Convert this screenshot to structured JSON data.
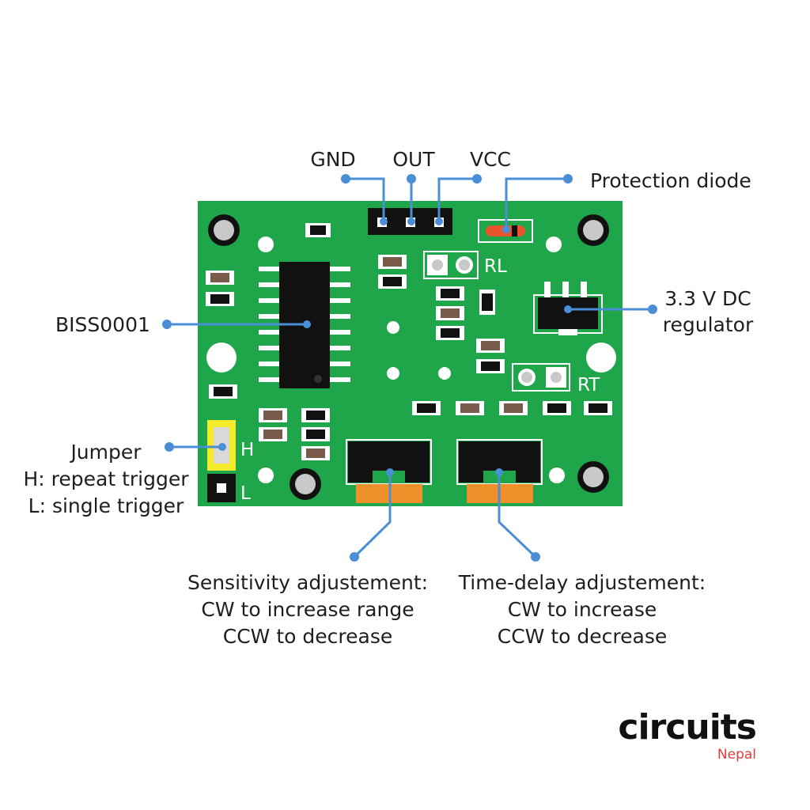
{
  "pins": {
    "gnd": "GND",
    "out": "OUT",
    "vcc": "VCC"
  },
  "labels": {
    "protection_diode": "Protection diode",
    "regulator_line1": "3.3 V DC",
    "regulator_line2": "regulator",
    "biss": "BISS0001",
    "jumper_line1": "Jumper",
    "jumper_line2": "H: repeat trigger",
    "jumper_line3": "L: single trigger",
    "sens_line1": "Sensitivity adjustement:",
    "sens_line2": "CW to increase range",
    "sens_line3": "CCW to decrease",
    "time_line1": "Time-delay adjustement:",
    "time_line2": "CW to increase",
    "time_line3": "CCW to decrease"
  },
  "board_marks": {
    "rl": "RL",
    "rt": "RT",
    "h": "H",
    "l": "L"
  },
  "brand": {
    "name": "circuits",
    "sub": "Nepal"
  },
  "colors": {
    "board": "#1fa64a",
    "leader": "#4a8fd6",
    "potentiometer_knob": "#f0902a",
    "jumper": "#f4ec2a",
    "brand_sub": "#e0403a"
  }
}
